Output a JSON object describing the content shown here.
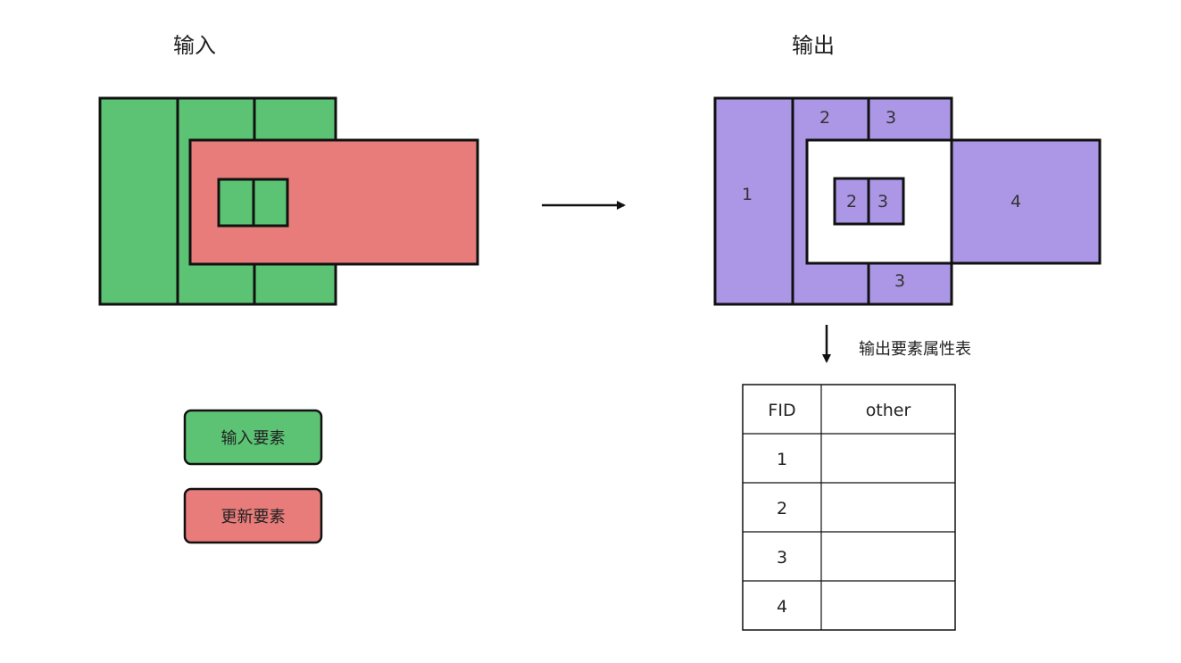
{
  "titles": {
    "input": "输入",
    "output": "输出"
  },
  "colors": {
    "green": "#5cc374",
    "red": "#e77c7a",
    "purple": "#ac97e6",
    "stroke": "#111111",
    "white": "#ffffff"
  },
  "output_regions": {
    "r1": "1",
    "r2_top": "2",
    "r3_top": "3",
    "r2_inner": "2",
    "r3_inner": "3",
    "r3_bottom": "3",
    "r4": "4"
  },
  "table_caption": "输出要素属性表",
  "table": {
    "headers": [
      "FID",
      "other"
    ],
    "rows": [
      [
        "1",
        ""
      ],
      [
        "2",
        ""
      ],
      [
        "3",
        ""
      ],
      [
        "4",
        ""
      ]
    ]
  },
  "legend": [
    {
      "label": "输入要素",
      "color": "green"
    },
    {
      "label": "更新要素",
      "color": "red"
    }
  ]
}
